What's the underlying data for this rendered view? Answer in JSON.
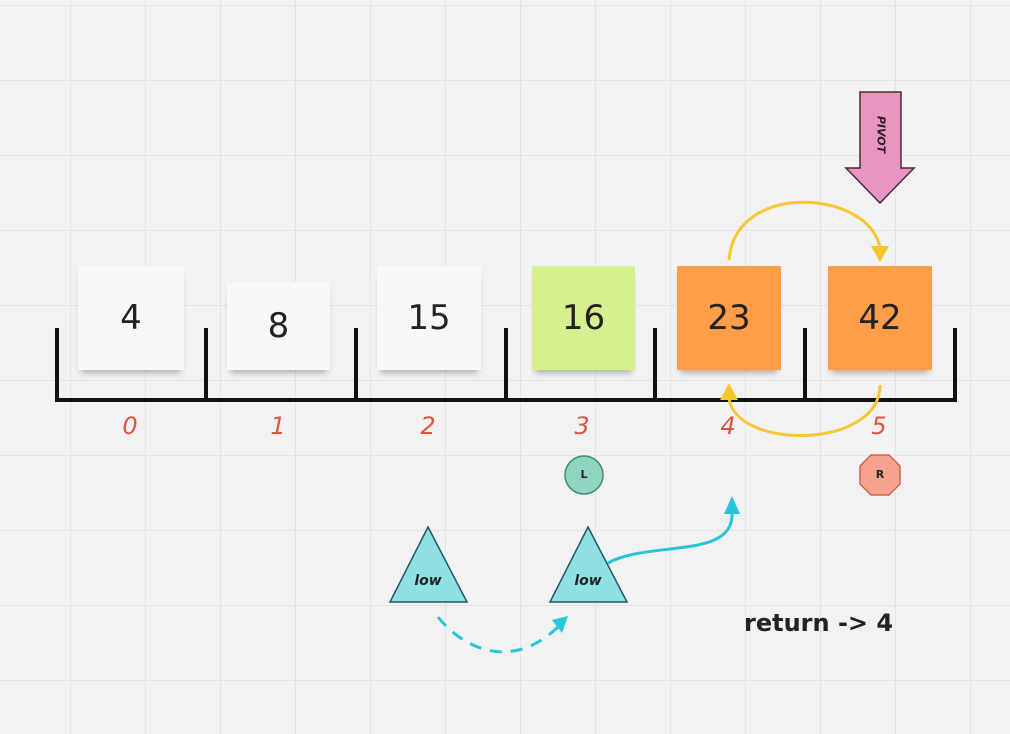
{
  "array": {
    "cells": [
      {
        "value": "4",
        "index": "0",
        "color": "#f8f8f8"
      },
      {
        "value": "8",
        "index": "1",
        "color": "#f8f8f8"
      },
      {
        "value": "15",
        "index": "2",
        "color": "#f8f8f8"
      },
      {
        "value": "16",
        "index": "3",
        "color": "#d6f08f"
      },
      {
        "value": "23",
        "index": "4",
        "color": "#ff9d48"
      },
      {
        "value": "42",
        "index": "5",
        "color": "#ff9d48"
      }
    ]
  },
  "pivot": {
    "label": "PIVOT",
    "color": "#ea94c0"
  },
  "markers": {
    "left": {
      "label": "L",
      "color": "#8fd3c1",
      "shape": "circle"
    },
    "right": {
      "label": "R",
      "color": "#f5a291",
      "shape": "octagon"
    }
  },
  "low_markers": [
    {
      "label": "low",
      "color": "#8fe0e3"
    },
    {
      "label": "low",
      "color": "#8fe0e3"
    }
  ],
  "result": {
    "text": "return -> 4"
  },
  "colors": {
    "swap_arrow": "#f7c62f",
    "low_arrow": "#26c6d8",
    "index_text": "#e0533d",
    "rail": "#111111"
  }
}
